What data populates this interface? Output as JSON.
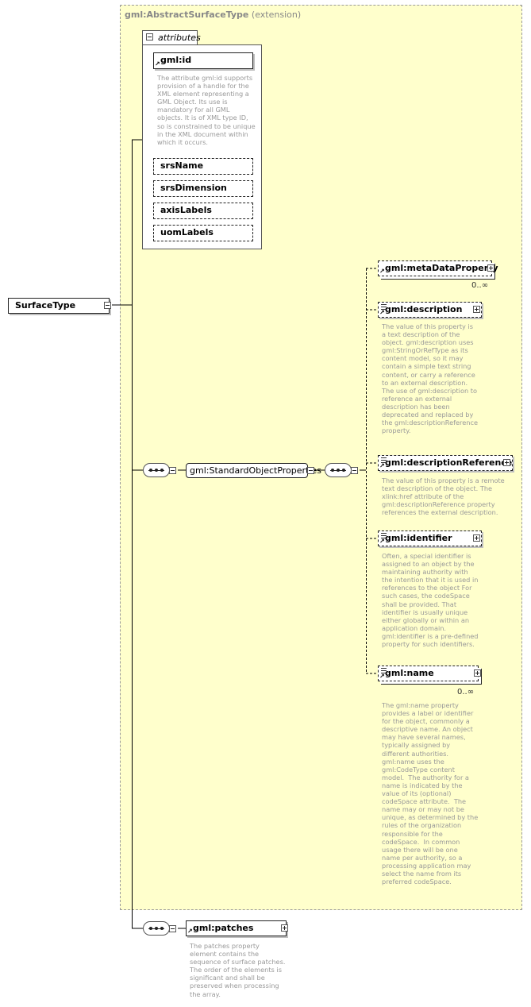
{
  "extension": {
    "type_name": "gml:AbstractSurfaceType",
    "suffix": "(extension)"
  },
  "attributes": {
    "tab_label": "attributes",
    "items": [
      {
        "name": "gml:id",
        "required": true,
        "description": "The attribute gml:id supports\nprovision of a handle for the\nXML element representing a\nGML Object. Its use is\nmandatory for all GML\nobjects. It is of XML type ID,\nso is constrained to be unique\nin the XML document within\nwhich it occurs."
      },
      {
        "name": "srsName"
      },
      {
        "name": "srsDimension"
      },
      {
        "name": "axisLabels"
      },
      {
        "name": "uomLabels"
      }
    ]
  },
  "root": {
    "name": "SurfaceType"
  },
  "group": {
    "name": "gml:StandardObjectProperties"
  },
  "elements": {
    "metaDataProperty": {
      "name": "gml:metaDataProperty",
      "multiplicity": "0..∞"
    },
    "description": {
      "name": "gml:description",
      "text": "The value of this property is\na text description of the\nobject. gml:description uses\ngml:StringOrRefType as its\ncontent model, so it may\ncontain a simple text string\ncontent, or carry a reference\nto an external description.\nThe use of gml:description to\nreference an external\ndescription has been\ndeprecated and replaced by\nthe gml:descriptionReference\nproperty."
    },
    "descriptionReference": {
      "name": "gml:descriptionReference",
      "text": "The value of this property is a remote\ntext description of the object. The\nxlink:href attribute of the\ngml:descriptionReference property\nreferences the external description."
    },
    "identifier": {
      "name": "gml:identifier",
      "text": "Often, a special identifier is\nassigned to an object by the\nmaintaining authority with\nthe intention that it is used in\nreferences to the object For\nsuch cases, the codeSpace\nshall be provided. That\nidentifier is usually unique\neither globally or within an\napplication domain.\ngml:identifier is a pre-defined\nproperty for such identifiers."
    },
    "name": {
      "name": "gml:name",
      "multiplicity": "0..∞",
      "text": "The gml:name property\nprovides a label or identifier\nfor the object, commonly a\ndescriptive name. An object\nmay have several names,\ntypically assigned by\ndifferent authorities.\ngml:name uses the\ngml:CodeType content\nmodel.  The authority for a\nname is indicated by the\nvalue of its (optional)\ncodeSpace attribute.  The\nname may or may not be\nunique, as determined by the\nrules of the organization\nresponsible for the\ncodeSpace.  In common\nusage there will be one\nname per authority, so a\nprocessing application may\nselect the name from its\npreferred codeSpace."
    },
    "patches": {
      "name": "gml:patches",
      "text": "The patches property\nelement contains the\nsequence of surface patches.\nThe order of the elements is\nsignificant and shall be\npreserved when processing\nthe array."
    }
  },
  "colors": {
    "extension_bg": "#ffffcc",
    "description_text": "#999999",
    "box_border": "#222222"
  }
}
